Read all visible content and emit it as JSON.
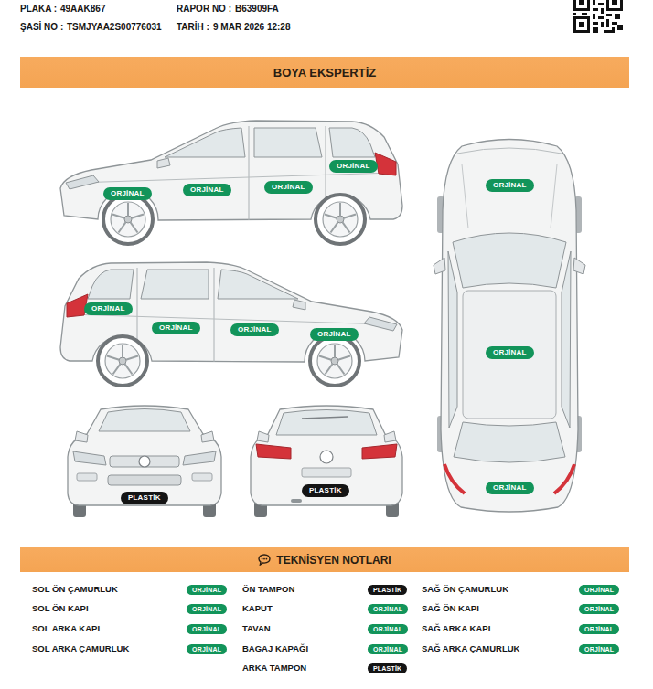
{
  "diagram": {
    "title": "BOYA EKSPERTİZ",
    "nodes": [
      {
        "text": [
          "ORJİNAL"
        ]
      },
      {
        "text": [
          "ORJİNAL"
        ]
      },
      {
        "text": [
          "ORJİNAL"
        ]
      },
      {
        "text": [
          "ORJİNAL"
        ]
      },
      {
        "text": [
          "ORJİNAL"
        ]
      },
      {
        "text": [
          "ORJİNAL"
        ]
      },
      {
        "text": [
          "ORJİNAL"
        ]
      },
      {
        "text": [
          "ORJİNAL"
        ]
      },
      {
        "text": [
          "ORJİNAL"
        ]
      },
      {
        "text": [
          "ORJİNAL"
        ]
      },
      {
        "text": [
          "PLASTİK"
        ]
      },
      {
        "text": [
          "PLASTİK"
        ]
      },
      {
        "text": [
          "ORJİNAL"
        ]
      },
      {
        "text": [
          "TEKNİSYEN NOTLARI"
        ]
      },
      {
        "text": [
          "ORJİNAL"
        ]
      },
      {
        "text": [
          "ORJİNAL"
        ]
      },
      {
        "text": [
          "ORJİNAL"
        ]
      },
      {
        "text": [
          "ORJİNAL"
        ]
      },
      {
        "text": [
          "PLASTİK"
        ]
      },
      {
        "text": [
          "ORJİNAL"
        ]
      },
      {
        "text": [
          "ORJİNAL"
        ]
      },
      {
        "text": [
          "ORJİNAL"
        ]
      },
      {
        "text": [
          "PLASTİK"
        ]
      },
      {
        "text": [
          "ORJİNAL"
        ]
      },
      {
        "text": [
          "ORJİNAL"
        ]
      },
      {
        "text": [
          "ORJİNAL"
        ]
      },
      {
        "text": [
          "ORJİNAL"
        ]
      }
    ],
    "labels": [
      "PLAKA :",
      "49AAK867",
      "RAPOR NO :",
      "B63909FA",
      "ŞASİ NO :",
      "TSMJYAA2S00776031",
      "TARİH :",
      "9 MAR 2026 12:28",
      "SOL ÖN ÇAMURLUK",
      "SOL ÖN KAPI",
      "SOL ARKA KAPI",
      "SOL ARKA ÇAMURLUK",
      "ÖN TAMPON",
      "KAPUT",
      "TAVAN",
      "BAGAJ KAPAĞI",
      "ARKA TAMPON",
      "SAĞ ÖN ÇAMURLUK",
      "SAĞ ÖN KAPI",
      "SAĞ ARKA KAPI",
      "SAĞ ARKA ÇAMURLUK"
    ]
  }
}
